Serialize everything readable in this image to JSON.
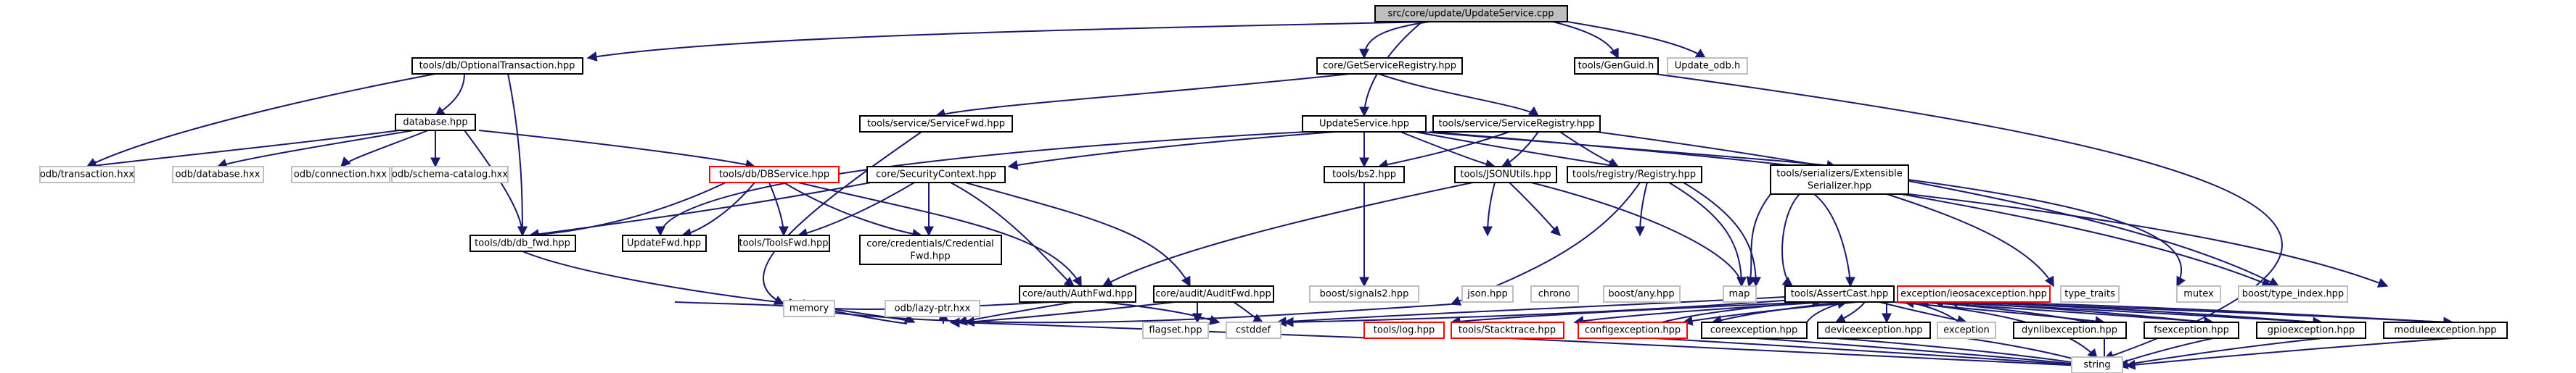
{
  "title": "src/core/update/UpdateService.cpp",
  "colors": {
    "edge": "#191970",
    "root_fill": "#bfbfbf",
    "external_border": "#bfbfbf",
    "highlight_border": "#ff0000"
  },
  "nodes": {
    "root": {
      "label": "src/core/update/UpdateService.cpp"
    },
    "optional_transaction": {
      "label": "tools/db/OptionalTransaction.hpp"
    },
    "get_service_registry": {
      "label": "core/GetServiceRegistry.hpp"
    },
    "gen_guid": {
      "label": "tools/GenGuid.h"
    },
    "update_odb": {
      "label": "Update_odb.h"
    },
    "database_hpp": {
      "label": "database.hpp"
    },
    "service_fwd": {
      "label": "tools/service/ServiceFwd.hpp"
    },
    "update_service_hpp": {
      "label": "UpdateService.hpp"
    },
    "service_registry": {
      "label": "tools/service/ServiceRegistry.hpp"
    },
    "odb_transaction": {
      "label": "odb/transaction.hxx"
    },
    "odb_database": {
      "label": "odb/database.hxx"
    },
    "odb_connection": {
      "label": "odb/connection.hxx"
    },
    "odb_schema_catalog": {
      "label": "odb/schema-catalog.hxx"
    },
    "db_service": {
      "label": "tools/db/DBService.hpp"
    },
    "security_context": {
      "label": "core/SecurityContext.hpp"
    },
    "bs2": {
      "label": "tools/bs2.hpp"
    },
    "json_utils": {
      "label": "tools/JSONUtils.hpp"
    },
    "registry": {
      "label": "tools/registry/Registry.hpp"
    },
    "ext_serializer_l1": {
      "label": "tools/serializers/Extensible"
    },
    "ext_serializer_l2": {
      "label": "Serializer.hpp"
    },
    "db_fwd": {
      "label": "tools/db/db_fwd.hpp"
    },
    "update_fwd": {
      "label": "UpdateFwd.hpp"
    },
    "tools_fwd": {
      "label": "tools/ToolsFwd.hpp"
    },
    "cred_fwd_l1": {
      "label": "core/credentials/Credential"
    },
    "cred_fwd_l2": {
      "label": "Fwd.hpp"
    },
    "auth_fwd": {
      "label": "core/auth/AuthFwd.hpp"
    },
    "audit_fwd": {
      "label": "core/audit/AuditFwd.hpp"
    },
    "boost_signals2": {
      "label": "boost/signals2.hpp"
    },
    "json_hpp": {
      "label": "json.hpp"
    },
    "chrono": {
      "label": "chrono"
    },
    "boost_any": {
      "label": "boost/any.hpp"
    },
    "map": {
      "label": "map"
    },
    "assert_cast": {
      "label": "tools/AssertCast.hpp"
    },
    "ieosac_exception": {
      "label": "exception/ieosacexception.hpp"
    },
    "type_traits": {
      "label": "type_traits"
    },
    "mutex": {
      "label": "mutex"
    },
    "boost_type_index": {
      "label": "boost/type_index.hpp"
    },
    "memory": {
      "label": "memory"
    },
    "odb_lazy_ptr": {
      "label": "odb/lazy-ptr.hxx"
    },
    "flagset": {
      "label": "flagset.hpp"
    },
    "cstddef": {
      "label": "cstddef"
    },
    "tools_log": {
      "label": "tools/log.hpp"
    },
    "stacktrace": {
      "label": "tools/Stacktrace.hpp"
    },
    "config_exception": {
      "label": "configexception.hpp"
    },
    "core_exception": {
      "label": "coreexception.hpp"
    },
    "device_exception": {
      "label": "deviceexception.hpp"
    },
    "exception": {
      "label": "exception"
    },
    "dynlib_exception": {
      "label": "dynlibexception.hpp"
    },
    "fs_exception": {
      "label": "fsexception.hpp"
    },
    "gpio_exception": {
      "label": "gpioexception.hpp"
    },
    "module_exception": {
      "label": "moduleexception.hpp"
    },
    "string": {
      "label": "string"
    }
  }
}
